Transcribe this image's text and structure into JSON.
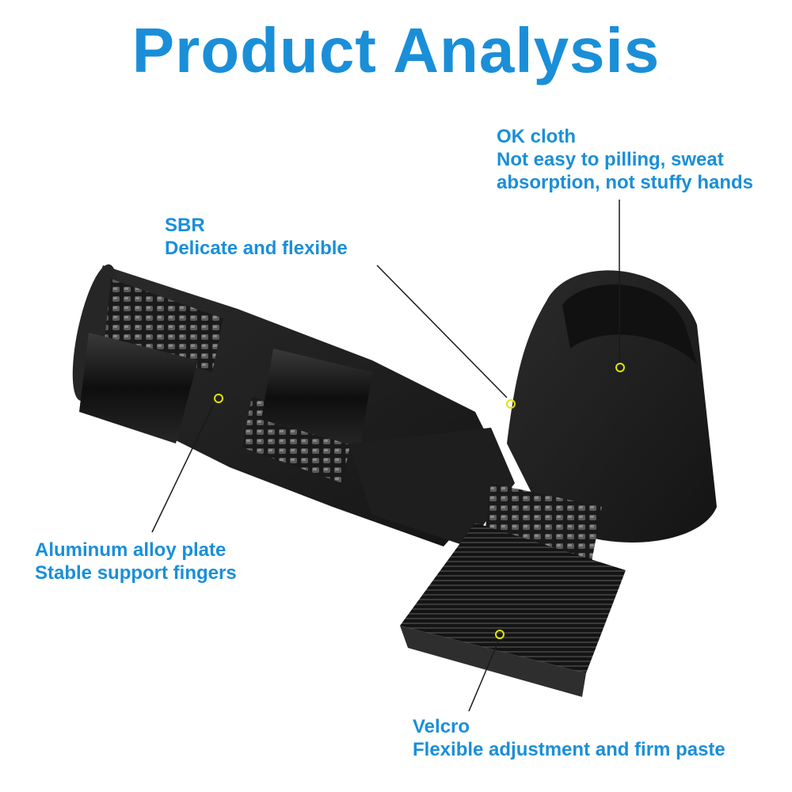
{
  "title": "Product Analysis",
  "callouts": {
    "ok_cloth": {
      "name": "OK cloth",
      "line1": "Not easy to pilling, sweat",
      "line2": "absorption, not stuffy hands"
    },
    "sbr": {
      "name": "SBR",
      "line1": "Delicate and flexible"
    },
    "aluminum": {
      "name": "Aluminum alloy plate",
      "line1": "Stable support fingers"
    },
    "velcro": {
      "name": "Velcro",
      "line1": "Flexible adjustment and firm paste"
    }
  },
  "colors": {
    "accent": "#1a8fd8",
    "marker": "#e4e400",
    "product": "#1c1c1c"
  }
}
